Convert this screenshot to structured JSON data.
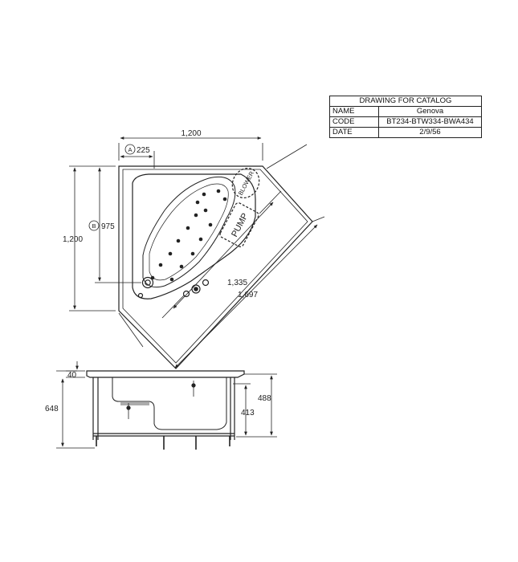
{
  "title_block": {
    "heading": "DRAWING FOR CATALOG",
    "rows": [
      {
        "key": "NAME",
        "value": "Genova"
      },
      {
        "key": "CODE",
        "value": "BT234-BTW334-BWA434"
      },
      {
        "key": "DATE",
        "value": "2/9/56"
      }
    ]
  },
  "plan_view": {
    "dim_top": "1,200",
    "dim_left": "1,200",
    "dim_a_label": "A",
    "dim_a_value": "225",
    "dim_b_label": "B",
    "dim_b_value": "975",
    "dim_diag_inner": "1,335",
    "dim_diag_outer": "1,697",
    "blower_label": "BLOWER",
    "pump_label": "PUMP"
  },
  "side_view": {
    "dim_rim": "40",
    "dim_total_height": "648",
    "dim_height_outer": "488",
    "dim_height_inner": "413"
  },
  "colors": {
    "line": "#222222",
    "background": "#ffffff"
  }
}
